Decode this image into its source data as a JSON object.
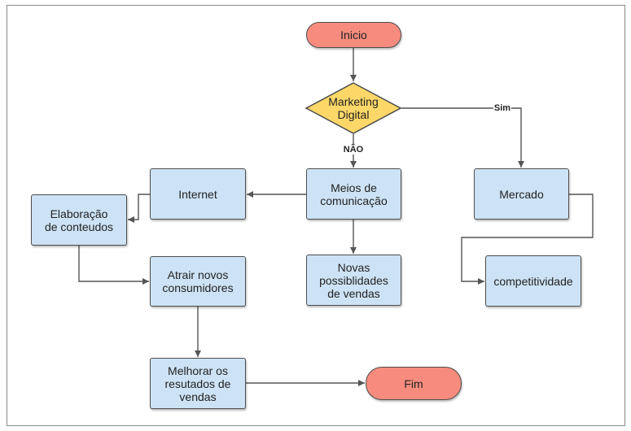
{
  "nodes": {
    "start": {
      "lines": [
        "Inicio"
      ]
    },
    "decision": {
      "lines": [
        "Marketing",
        "Digital"
      ]
    },
    "meios": {
      "lines": [
        "Meios de",
        "comunicação"
      ]
    },
    "internet": {
      "lines": [
        "Internet"
      ]
    },
    "mercado": {
      "lines": [
        "Mercado"
      ]
    },
    "elaboracao": {
      "lines": [
        "Elaboração",
        "de conteudos"
      ]
    },
    "novas": {
      "lines": [
        "Novas",
        "possiblidades",
        "de vendas"
      ]
    },
    "atrair": {
      "lines": [
        "Atrair novos",
        "consumidores"
      ]
    },
    "competitividade": {
      "lines": [
        "competitividade"
      ]
    },
    "melhorar": {
      "lines": [
        "Melhorar os",
        "resutados de",
        "vendas"
      ]
    },
    "end": {
      "lines": [
        "Fim"
      ]
    }
  },
  "edge_labels": {
    "sim": "Sim",
    "nao": "NÃO"
  },
  "colors": {
    "terminal": "#f78c7e",
    "decision": "#fdd868",
    "process": "#cde3f5",
    "stroke": "#4d4d4d",
    "line": "#555555"
  }
}
